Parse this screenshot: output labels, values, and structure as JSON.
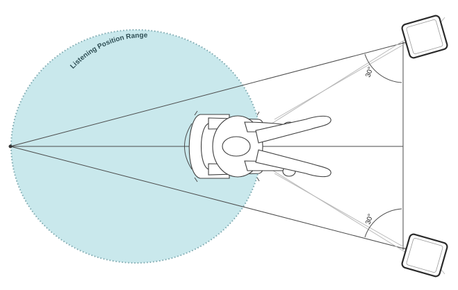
{
  "zone": {
    "label": "Listening Position Range",
    "fill_color": "#c9e8ec",
    "border_color": "#7aa6ad"
  },
  "angles": {
    "top": "30°",
    "bottom": "30°"
  },
  "colors": {
    "line": "#4a4a4a",
    "reflection_line": "#b8b8b8",
    "speaker_body": "#ffffff"
  }
}
